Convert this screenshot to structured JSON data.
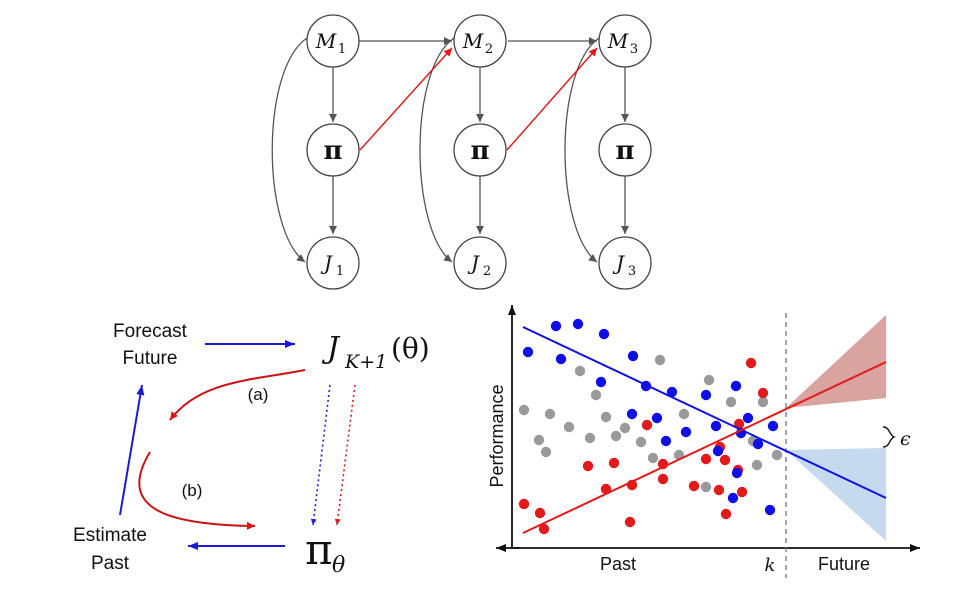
{
  "graph": {
    "nodes": {
      "m1": "M",
      "m1_sub": "1",
      "m2": "M",
      "m2_sub": "2",
      "m3": "M",
      "m3_sub": "3",
      "pi1": "π",
      "pi2": "π",
      "pi3": "π",
      "j1": "J",
      "j1_sub": "1",
      "j2": "J",
      "j2_sub": "2",
      "j3": "J",
      "j3_sub": "3"
    }
  },
  "cycle": {
    "forecast_line1": "Forecast",
    "forecast_line2": "Future",
    "estimate_line1": "Estimate",
    "estimate_line2": "Past",
    "label_a": "(a)",
    "label_b": "(b)",
    "j_main": "J",
    "j_sub": "K+1",
    "j_arg": "(θ)",
    "pi_main": "π",
    "pi_sub": "θ"
  },
  "chart_data": {
    "type": "scatter",
    "xlabel": "Past",
    "xlabel_future": "Future",
    "ylabel": "Performance",
    "k_label": "k",
    "epsilon_label": "ϵ",
    "colors": {
      "blue": "#1010e6",
      "red": "#e31a1a",
      "gray": "#9a9a9a",
      "red_band": "#d9a39f",
      "blue_band": "#c5d9ef"
    }
  }
}
